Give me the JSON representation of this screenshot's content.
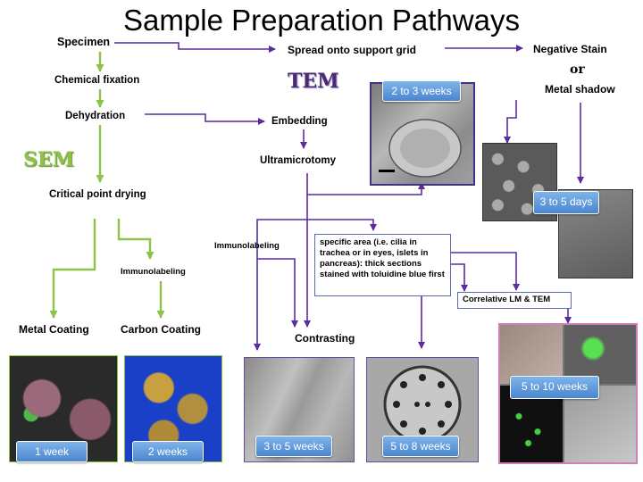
{
  "title": "Sample Preparation Pathways",
  "labels": {
    "specimen": "Specimen",
    "spread": "Spread onto support grid",
    "negative_stain": "Negative Stain",
    "or": "or",
    "metal_shadow": "Metal shadow",
    "chemical_fixation": "Chemical fixation",
    "dehydration": "Dehydration",
    "embedding": "Embedding",
    "ultramicrotomy": "Ultramicrotomy",
    "critical_point_drying": "Critical point drying",
    "immunolabeling_left": "Immunolabeling",
    "immunolabeling_mid": "Immunolabeling",
    "metal_coating": "Metal Coating",
    "carbon_coating": "Carbon Coating",
    "contrasting": "Contrasting",
    "specific_area": "specific area (i.e. cilia in trachea or in eyes, islets in pancreas): thick sections stained with toluidine blue first",
    "correlative": "Correlative LM & TEM"
  },
  "method_labels": {
    "tem": "TEM",
    "sem": "SEM"
  },
  "durations": {
    "tem_sections": "2 to 3 weeks",
    "negative_stain": "3 to 5 days",
    "metal_coating": "1 week",
    "carbon_coating": "2 weeks",
    "immuno_tem": "3 to 5 weeks",
    "specific_area": "5 to 8 weeks",
    "correlative": "5 to 10  weeks"
  },
  "colors": {
    "tem_arrow": "#5a2ca0",
    "sem_arrow": "#8ec24a",
    "tag_blue": "#5b93d6"
  }
}
